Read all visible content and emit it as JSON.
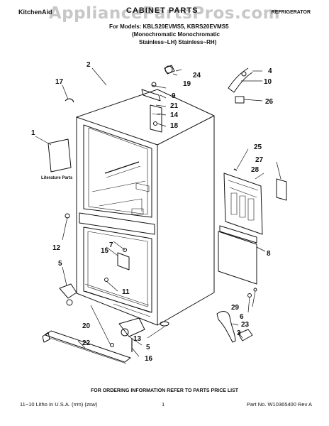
{
  "watermark": "AppliancePartsPros.com",
  "header": {
    "left": "KitchenAid",
    "title": "CABINET PARTS",
    "right": "REFRIGERATOR",
    "models": "For Models: KBLS20EVMS5, KBRS20EVMS5",
    "sub_line1": "(Monochromatic  Monochromatic",
    "sub_line2": "Stainless~LH)    Stainless~RH)"
  },
  "literature_label": "Literature Parts",
  "callouts": [
    "1",
    "2",
    "3",
    "4",
    "5",
    "5",
    "6",
    "7",
    "8",
    "9",
    "10",
    "11",
    "12",
    "13",
    "14",
    "15",
    "16",
    "17",
    "18",
    "19",
    "20",
    "21",
    "22",
    "23",
    "24",
    "25",
    "26",
    "27",
    "28",
    "29"
  ],
  "footer": {
    "ordering": "FOR ORDERING INFORMATION REFER TO PARTS PRICE LIST",
    "left": "11~10 Litho In U.S.A. (rrm) (zsw)",
    "page": "1",
    "right": "Part No. W10365400 Rev A"
  }
}
